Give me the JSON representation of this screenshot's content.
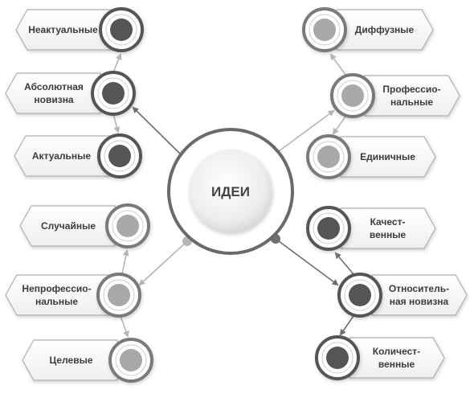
{
  "colors": {
    "dark": "#555555",
    "medium": "#7a7a7a",
    "light": "#a8a8a8",
    "line_light": "#b5b5b5",
    "line_dark": "#6e6e6e",
    "text": "#3c3c3c",
    "tag_fill": "#fafafa",
    "tag_stroke": "#b0b0b0"
  },
  "center": {
    "label": "ИДЕИ"
  },
  "items": [
    {
      "lines": [
        "Неактуальные"
      ],
      "tone": "dark"
    },
    {
      "lines": [
        "Абсолютная",
        "новизна"
      ],
      "tone": "dark"
    },
    {
      "lines": [
        "Актуальные"
      ],
      "tone": "dark"
    },
    {
      "lines": [
        "Случайные"
      ],
      "tone": "light"
    },
    {
      "lines": [
        "Непрофессио-",
        "нальные"
      ],
      "tone": "light"
    },
    {
      "lines": [
        "Целевые"
      ],
      "tone": "light"
    },
    {
      "lines": [
        "Диффузные"
      ],
      "tone": "light"
    },
    {
      "lines": [
        "Профессио-",
        "нальные"
      ],
      "tone": "light"
    },
    {
      "lines": [
        "Единичные"
      ],
      "tone": "light"
    },
    {
      "lines": [
        "Качест-",
        "венные"
      ],
      "tone": "dark"
    },
    {
      "lines": [
        "Относитель-",
        "ная новизна"
      ],
      "tone": "dark"
    },
    {
      "lines": [
        "Количест-",
        "венные"
      ],
      "tone": "dark"
    }
  ]
}
